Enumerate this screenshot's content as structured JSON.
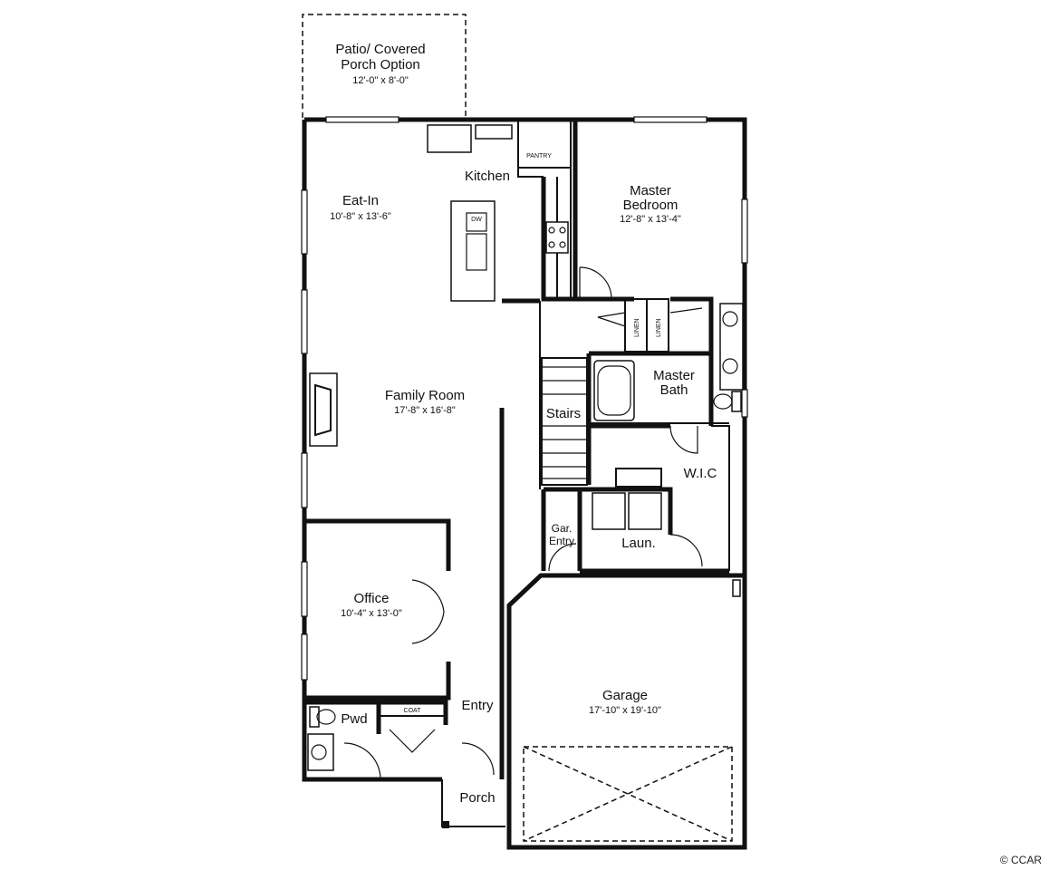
{
  "rooms": {
    "patio": {
      "name_line1": "Patio/ Covered",
      "name_line2": "Porch Option",
      "dims": "12'-0\" x 8'-0\""
    },
    "kitchen": {
      "name": "Kitchen"
    },
    "pantry": {
      "name": "PANTRY"
    },
    "eat_in": {
      "name": "Eat-In",
      "dims": "10'-8\" x 13'-6\""
    },
    "dishwasher": {
      "name": "DW"
    },
    "master_bedroom": {
      "name_line1": "Master",
      "name_line2": "Bedroom",
      "dims": "12'-8\" x 13'-4\""
    },
    "linen": {
      "label1": "LINEN",
      "label2": "LINEN"
    },
    "family_room": {
      "name": "Family Room",
      "dims": "17'-8\" x 16'-8\""
    },
    "stairs": {
      "name": "Stairs"
    },
    "master_bath": {
      "name_line1": "Master",
      "name_line2": "Bath"
    },
    "wic": {
      "name": "W.I.C"
    },
    "gar_entry": {
      "name_line1": "Gar.",
      "name_line2": "Entry"
    },
    "laundry": {
      "name": "Laun."
    },
    "office": {
      "name": "Office",
      "dims": "10'-4\" x 13'-0\""
    },
    "garage": {
      "name": "Garage",
      "dims": "17'-10\" x 19'-10\""
    },
    "entry": {
      "name": "Entry"
    },
    "powder": {
      "name": "Pwd"
    },
    "coat": {
      "name": "COAT"
    },
    "porch": {
      "name": "Porch"
    }
  },
  "credit": "© CCAR"
}
